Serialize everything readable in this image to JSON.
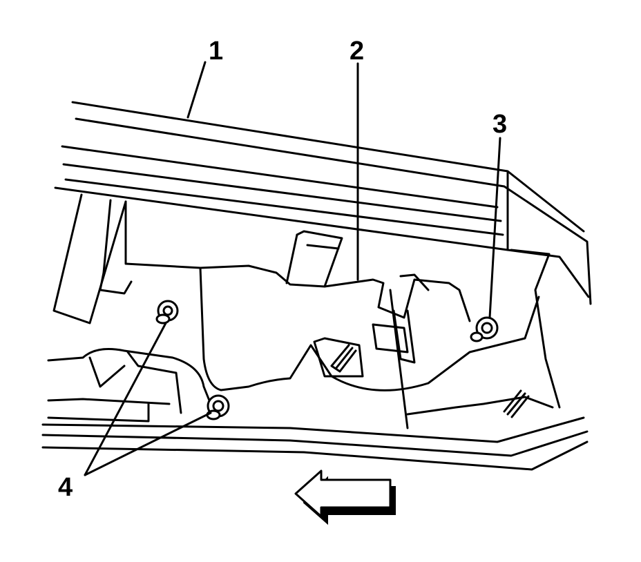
{
  "diagram": {
    "callouts": [
      {
        "id": "1",
        "label": "1",
        "part": "rail"
      },
      {
        "id": "2",
        "label": "2",
        "part": "bracket"
      },
      {
        "id": "3",
        "label": "3",
        "part": "nut"
      },
      {
        "id": "4",
        "label": "4",
        "part": "nuts"
      }
    ],
    "direction_arrow": "left",
    "colors": {
      "ink": "#000000",
      "paper": "#ffffff"
    }
  }
}
